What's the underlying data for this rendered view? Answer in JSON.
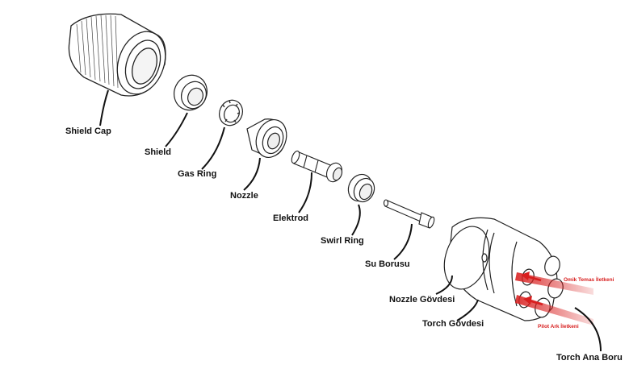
{
  "colors": {
    "line": "#222222",
    "accent": "#d81f1f",
    "background": "#ffffff"
  },
  "labels": {
    "shield_cap": "Shield Cap",
    "shield": "Shield",
    "gas_ring": "Gas Ring",
    "nozzle": "Nozzle",
    "elektrod": "Elektrod",
    "swirl_ring": "Swirl Ring",
    "su_borusu": "Su Borusu",
    "nozzle_govdesi": "Nozzle Gövdesi",
    "torch_govdesi": "Torch Gövdesi",
    "torch_ana_boru": "Torch Ana Boru",
    "omik_temas": "Omik Temas İletkeni",
    "pilot_ark": "Pilot Ark İletkeni"
  }
}
